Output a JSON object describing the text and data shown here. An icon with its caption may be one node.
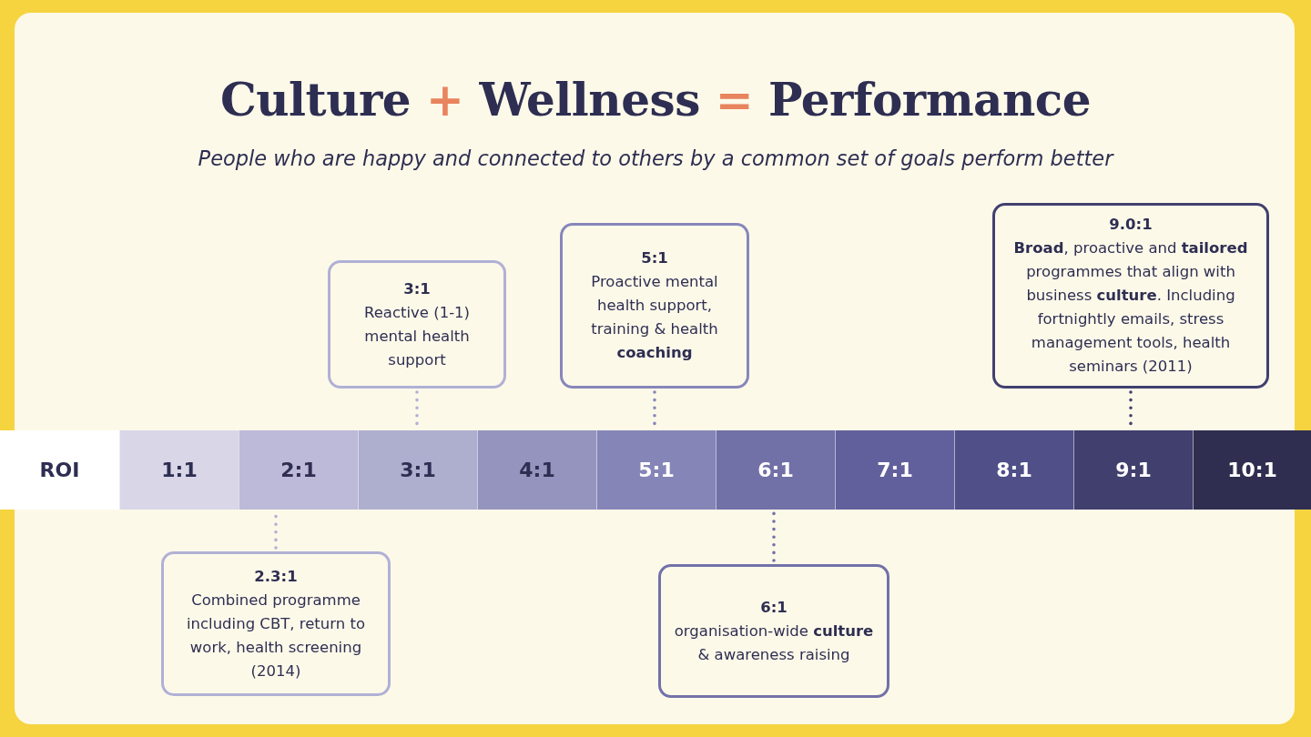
{
  "diagram": {
    "title": "Culture + Wellness = Performance",
    "nodes": [
      {
        "text": [
          "3:1",
          "Reactive (1-1) mental health support"
        ]
      },
      {
        "text": [
          "5:1",
          "Proactive mental health support, training & health **coaching**"
        ]
      },
      {
        "text": [
          "9.0:1",
          "**Broad**, proactive and **tailored** programmes that align with business **culture**. Including fortnightly emails, stress management tools, health seminars (2011)"
        ]
      },
      {
        "text": [
          "ROI"
        ]
      },
      {
        "text": [
          "1:1"
        ]
      },
      {
        "text": [
          "2:1"
        ]
      },
      {
        "text": [
          "3:1"
        ]
      },
      {
        "text": [
          "4:1"
        ]
      },
      {
        "text": [
          "5:1"
        ]
      },
      {
        "text": [
          "6:1"
        ]
      },
      {
        "text": [
          "7:1"
        ]
      },
      {
        "text": [
          "8:1"
        ]
      },
      {
        "text": [
          "9:1"
        ]
      },
      {
        "text": [
          "10:1"
        ]
      },
      {
        "text": [
          "2.3:1",
          "Combined programme including CBT, return to work, health screening (2014)"
        ]
      },
      {
        "text": [
          "6:1",
          "organisation-wide **culture** & awareness raising"
        ]
      }
    ],
    "edges": [
      {
        "from": 0,
        "to": 6,
        "arrow": "none",
        "color": "#b1b0d5"
      },
      {
        "from": 1,
        "to": 8,
        "arrow": "none",
        "color": "#8786bb"
      },
      {
        "from": 2,
        "to": 12,
        "arrow": "none",
        "color": "#41406f"
      },
      {
        "from": 14,
        "to": 5,
        "arrow": "none",
        "color": "#b1b0d5"
      },
      {
        "from": 15,
        "to": 9,
        "arrow": "none",
        "color": "#7271a9"
      }
    ],
    "labels": [
      "People who are happy and connected to others by a common set of goals perform better"
    ]
  }
}
